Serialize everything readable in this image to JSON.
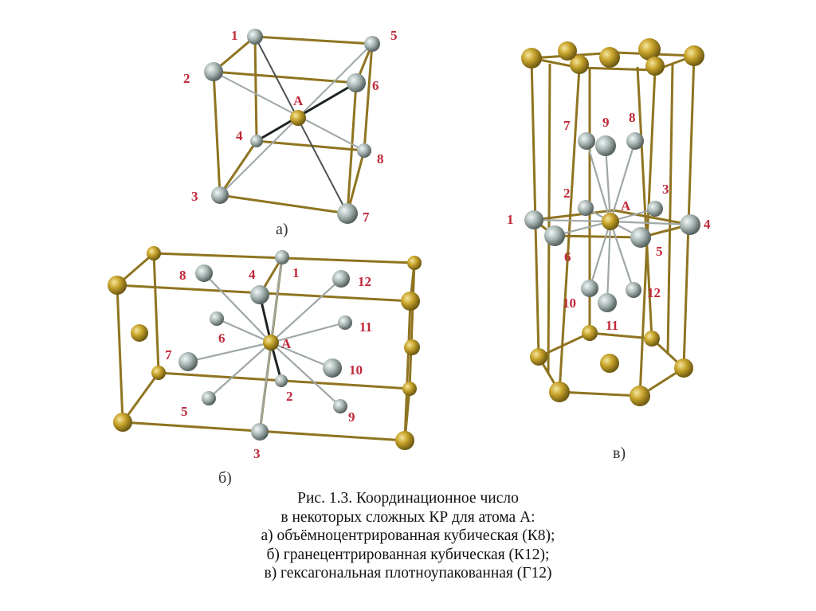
{
  "figure": {
    "a": {
      "sublabel": "а)",
      "center_label": "А",
      "atom_labels": [
        "1",
        "2",
        "3",
        "4",
        "5",
        "6",
        "7",
        "8"
      ]
    },
    "b": {
      "sublabel": "б)",
      "center_label": "А",
      "atom_labels": [
        "1",
        "2",
        "3",
        "4",
        "5",
        "6",
        "7",
        "8",
        "9",
        "10",
        "11",
        "12"
      ]
    },
    "c": {
      "sublabel": "в)",
      "center_label": "А",
      "atom_labels": [
        "1",
        "2",
        "3",
        "4",
        "5",
        "6",
        "7",
        "8",
        "9",
        "10",
        "11",
        "12"
      ]
    }
  },
  "caption": {
    "line1": "Рис. 1.3. Координационное число",
    "line2": "в некоторых сложных КР для атома А:",
    "line3": "а) объёмноцентрированная кубическая (К8);",
    "line4": "б) гранецентрированная кубическая (К12);",
    "line5": "в) гексагональная плотноупакованная (Г12)"
  },
  "colors": {
    "rod": "#a8862a",
    "gold_atom": "#c8a62a",
    "gray_atom": "#a9b7b5",
    "bond": "#9fa8a6",
    "label": "#c0283a"
  }
}
